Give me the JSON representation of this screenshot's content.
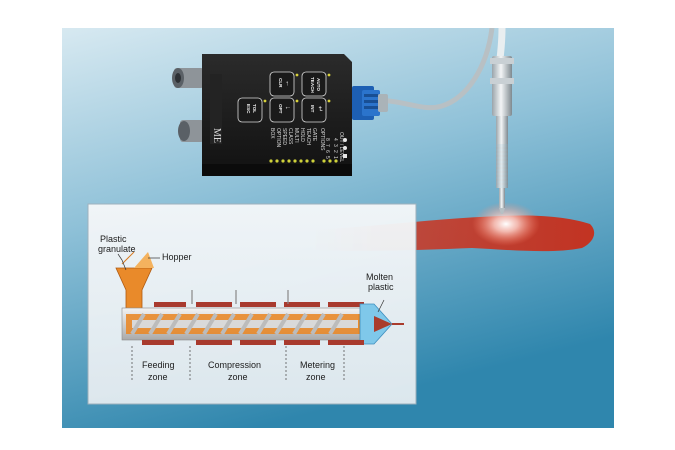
{
  "diagram": {
    "labels": {
      "plastic": "Plastic",
      "granulate": "granulate",
      "hopper": "Hopper",
      "molten": "Molten",
      "molten_plastic": "plastic",
      "feeding": "Feeding",
      "feeding_zone": "zone",
      "compression": "Compression",
      "compression_zone": "zone",
      "metering": "Metering",
      "metering_zone": "zone"
    }
  },
  "device": {
    "keys": {
      "teach": "TEACH",
      "auto": "AUTO",
      "clr": "CLR",
      "esc": "ESC",
      "tol": "TOL",
      "opt": "OPT",
      "int": "INT"
    },
    "options_label": "OPTIONS",
    "out_label": "OUT / LEVEL",
    "status_labels": [
      "GATE",
      "TEACH",
      "HOLD",
      "MULTI",
      "CLASS",
      "SPEED",
      "OPTION",
      "BOX"
    ],
    "channel_numbers": [
      "1",
      "2",
      "3",
      "4",
      "5",
      "6",
      "7",
      "8"
    ]
  },
  "colors": {
    "background_top": "#cfe4ee",
    "background_bottom": "#3a8fb5",
    "sensor_housing": "#1e1e1e",
    "connector_blue": "#1d5fb3",
    "molten_strand": "#c93a27",
    "heater_band": "#a83a2e",
    "hopper_orange": "#e98a2a",
    "nozzle_cyan": "#7fc8ea"
  }
}
